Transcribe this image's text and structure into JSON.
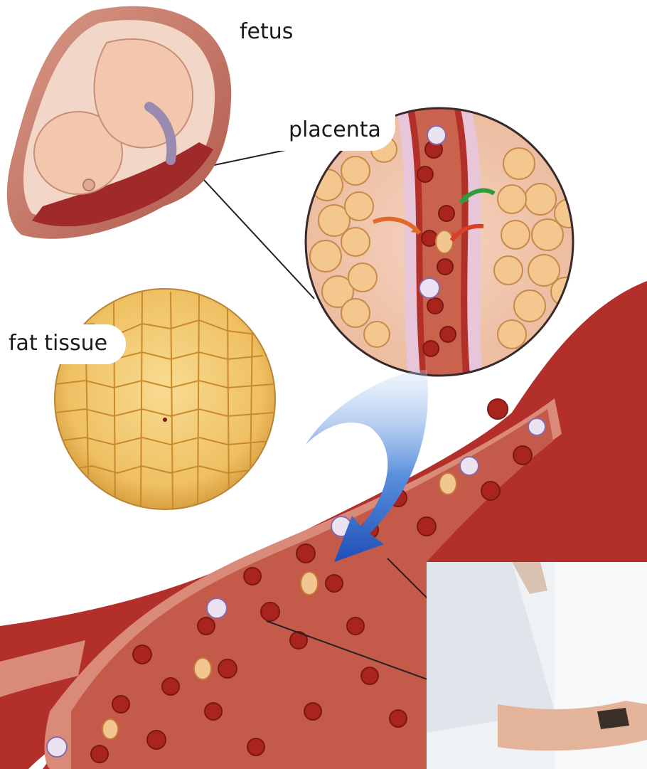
{
  "labels": {
    "fetus": "fetus",
    "placenta": "placenta",
    "fat_tissue": "fat tissue"
  },
  "colors": {
    "vessel_wall": "#b3302a",
    "vessel_inner": "#d98a78",
    "vessel_lumen": "#c45a4a",
    "rbc": "#a8241c",
    "fat": "#f0c568",
    "fat_outline": "#c88a2a",
    "arrow_blue": "#2a63c9",
    "uterus": "#c97e6c",
    "fetus_skin": "#f2c7ae"
  }
}
